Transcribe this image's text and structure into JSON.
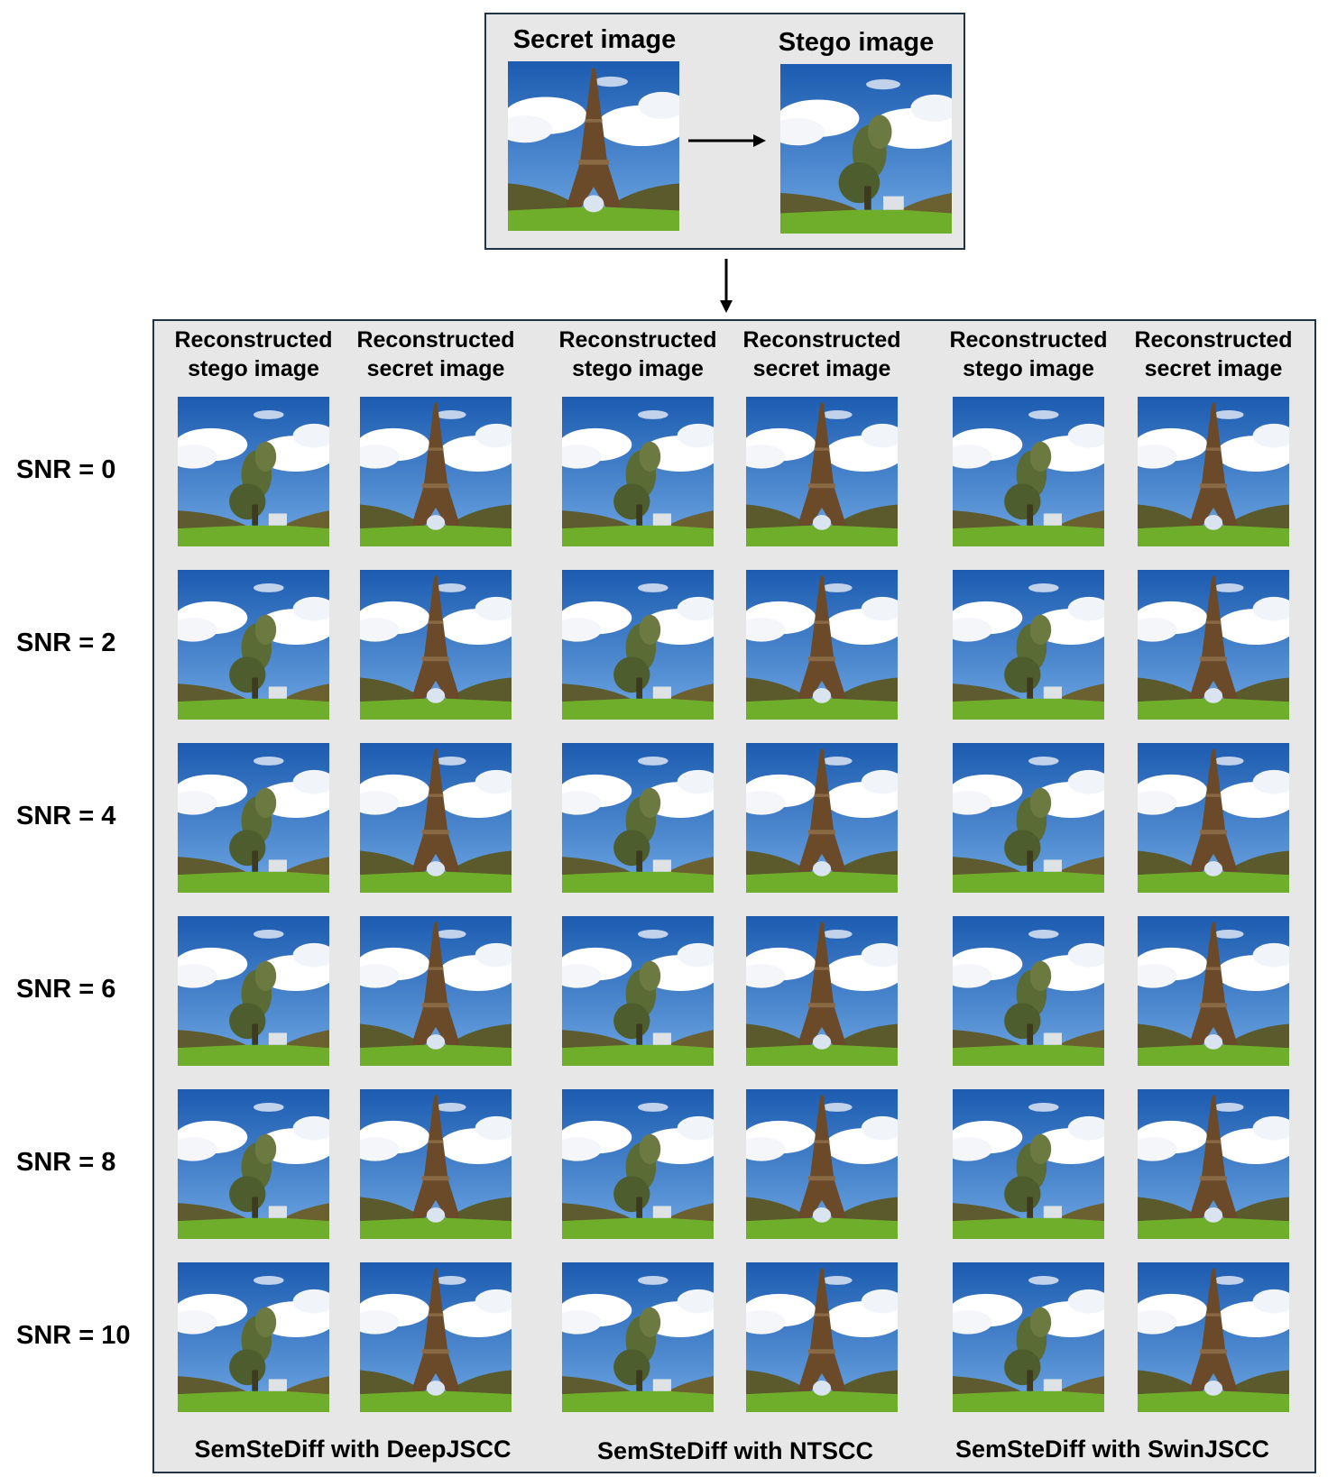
{
  "top": {
    "secret_label": "Secret image",
    "stego_label": "Stego image"
  },
  "column_headers": [
    "Reconstructed\nstego image",
    "Reconstructed\nsecret image",
    "Reconstructed\nstego image",
    "Reconstructed\nsecret image",
    "Reconstructed\nstego image",
    "Reconstructed\nsecret image"
  ],
  "rows": [
    "SNR = 0",
    "SNR = 2",
    "SNR = 4",
    "SNR = 6",
    "SNR = 8",
    "SNR = 10"
  ],
  "methods": [
    "SemSteDiff with DeepJSCC",
    "SemSteDiff with NTSCC",
    "SemSteDiff with SwinJSCC"
  ],
  "colors": {
    "panel_bg": "#e7e7e7",
    "panel_border": "#1f3545",
    "sky": "#2a6fc4",
    "grass": "#6fae2a",
    "tower": "#6b4a2a",
    "tree": "#5b6b35"
  },
  "image_types": [
    "tree",
    "tower",
    "tree",
    "tower",
    "tree",
    "tower"
  ]
}
